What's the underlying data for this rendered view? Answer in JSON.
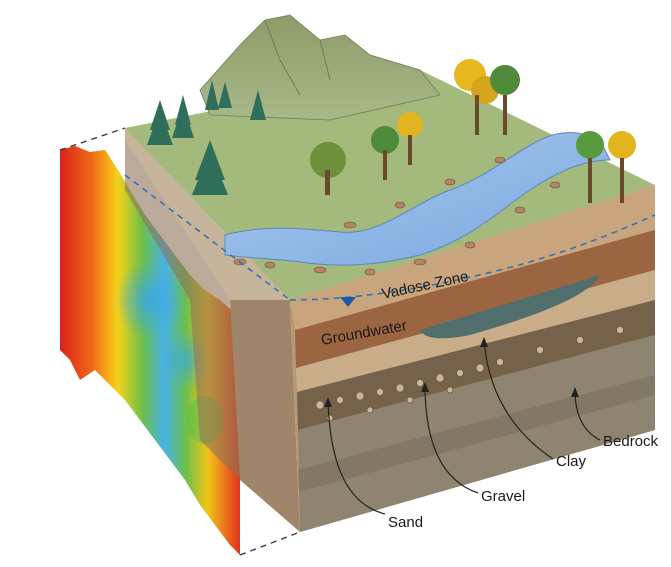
{
  "labels": {
    "vadose_zone": "Vadose Zone",
    "groundwater": "Groundwater",
    "sand": "Sand",
    "gravel": "Gravel",
    "clay": "Clay",
    "bedrock": "Bedrock"
  },
  "icons": {
    "water_table": "inverted-triangle-marker",
    "trees": "conifer-and-deciduous-trees"
  },
  "colors": {
    "river": "#8fb7e6",
    "water_table_line": "#2f6fb5",
    "groundwater_layer": "#8a5a3a",
    "clay_lens": "#4f6e6c",
    "resistivity_low": "#4fb3e8",
    "resistivity_high": "#e0231f"
  }
}
